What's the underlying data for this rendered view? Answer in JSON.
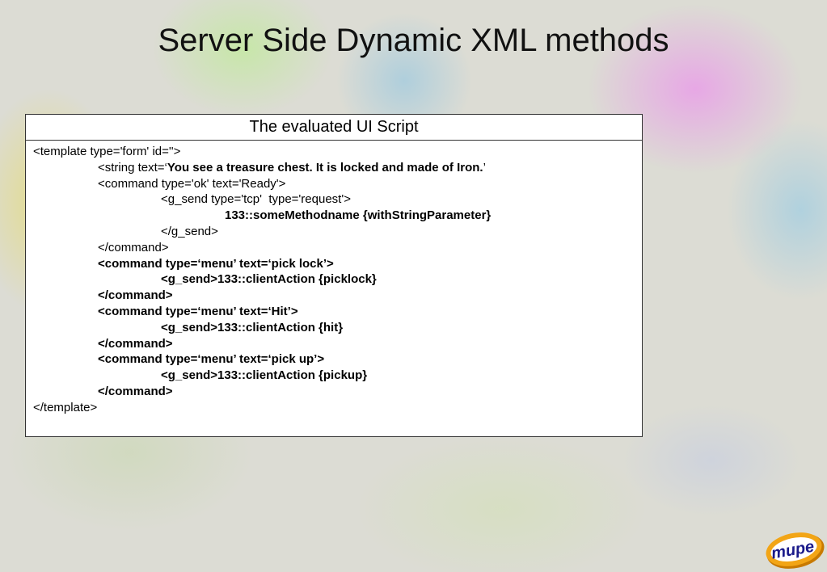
{
  "slide": {
    "title": "Server Side Dynamic XML methods"
  },
  "panel": {
    "header": "The evaluated UI Script",
    "lines": {
      "l1": "<template type='form' id=''>",
      "l2a": "<string text=‘",
      "l2b": "You see a treasure chest. It is locked and made of Iron.",
      "l2c": "’",
      "l3": "<command type='ok' text='Ready'>",
      "l4": "<g_send type='tcp'  type='request'>",
      "l5": "133::someMethodname {withStringParameter}",
      "l6": "</g_send>",
      "l7": "</command>",
      "l8": "<command type=‘menu’ text=‘pick lock’>",
      "l9": "<g_send>133::clientAction {picklock}",
      "l10": "</command>",
      "l11": "<command type=‘menu’ text=‘Hit’>",
      "l12": "<g_send>133::clientAction {hit}",
      "l13": "</command>",
      "l14": "<command type=‘menu’ text=‘pick up’>",
      "l15": "<g_send>133::clientAction {pickup}",
      "l16": "</command>",
      "l17": "</template>"
    }
  },
  "logo": {
    "text": "mupe",
    "colors": {
      "badge": "#f2a516",
      "badge_dark": "#c87a00",
      "text": "#1a1a8a"
    }
  }
}
